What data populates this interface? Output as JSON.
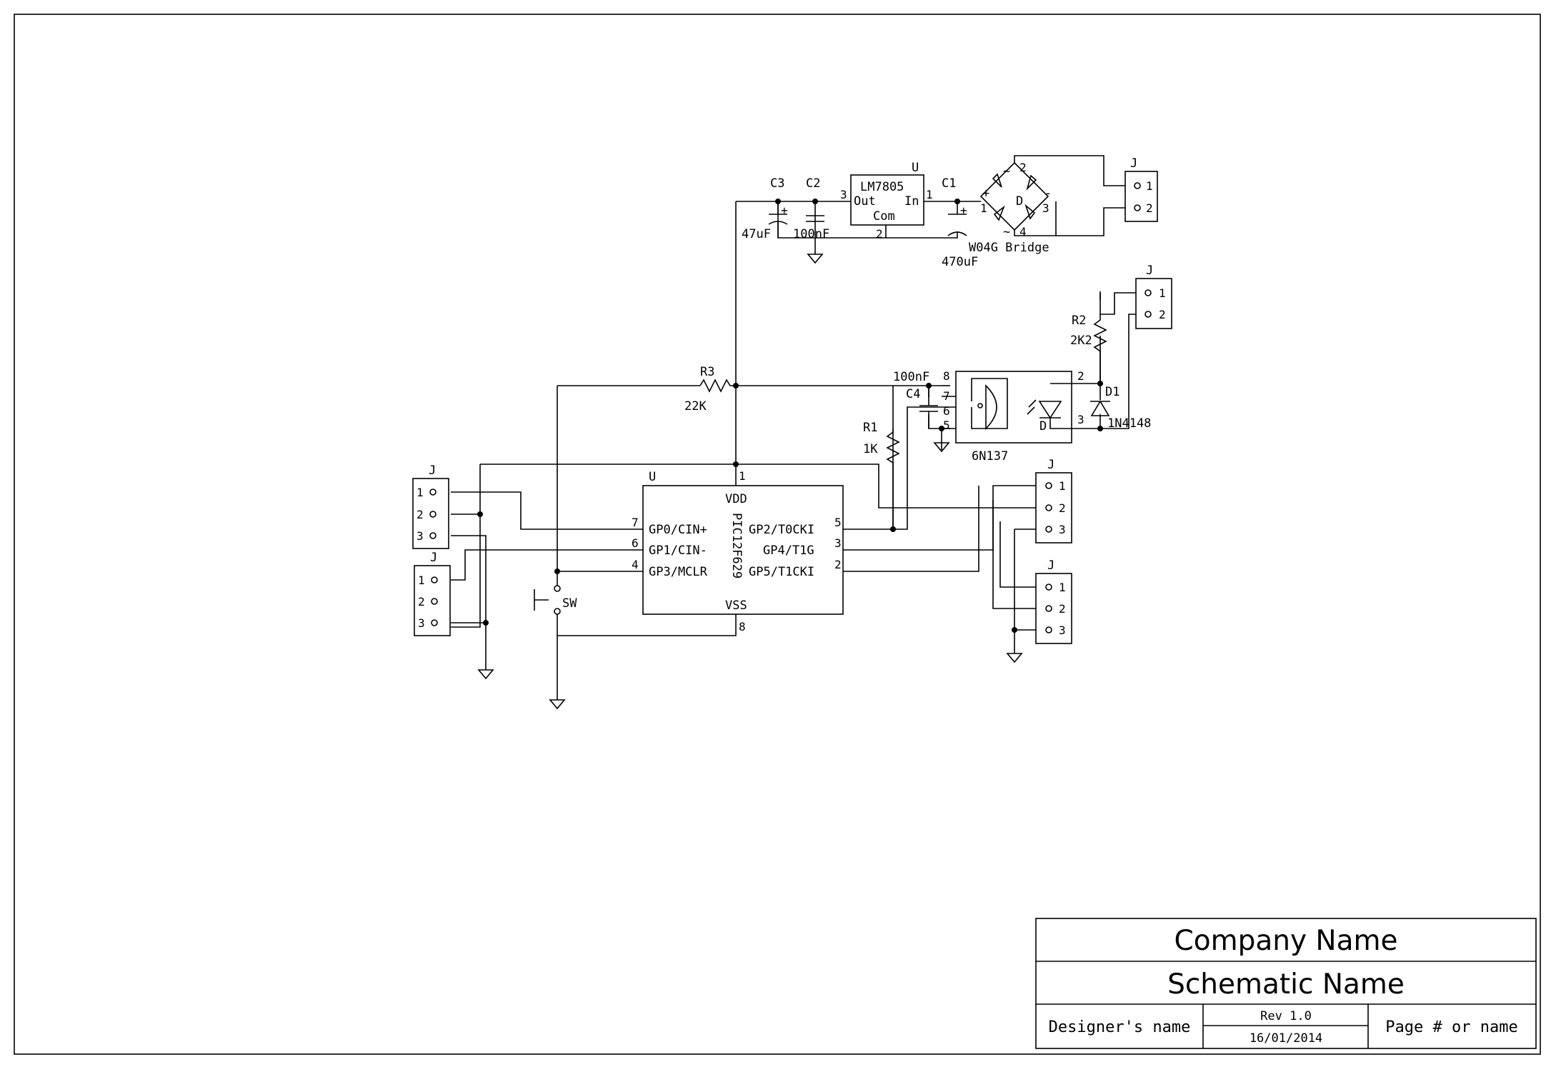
{
  "title_block": {
    "company": "Company Name",
    "schematic": "Schematic Name",
    "designer": "Designer's name",
    "revision": "Rev 1.0",
    "date": "16/01/2014",
    "page": "Page # or name"
  },
  "components": {
    "pic": {
      "ref": "U",
      "part": "PIC12F629",
      "vdd": "VDD",
      "vss": "VSS",
      "pins_left": [
        {
          "num": "7",
          "name": "GP0/CIN+"
        },
        {
          "num": "6",
          "name": "GP1/CIN-"
        },
        {
          "num": "4",
          "name": "GP3/MCLR"
        }
      ],
      "pins_right": [
        {
          "num": "5",
          "name": "GP2/T0CKI"
        },
        {
          "num": "3",
          "name": "GP4/T1G"
        },
        {
          "num": "2",
          "name": "GP5/T1CKI"
        }
      ],
      "pin_vdd": "1",
      "pin_vss": "8"
    },
    "reg": {
      "ref": "U",
      "part": "LM7805",
      "out": "Out",
      "in": "In",
      "com": "Com",
      "pin_out": "3",
      "pin_in": "1",
      "pin_com": "2"
    },
    "bridge": {
      "ref": "D",
      "part": "W04G Bridge",
      "plus": "+",
      "minus": "-",
      "ac": "~",
      "pin1": "1",
      "pin2": "2",
      "pin3": "3",
      "pin4": "4"
    },
    "opto": {
      "ref": "D",
      "part": "6N137",
      "pins": [
        "8",
        "7",
        "6",
        "5",
        "2",
        "3"
      ]
    },
    "c1": {
      "ref": "C1",
      "value": "470uF"
    },
    "c2": {
      "ref": "C2",
      "value": "100nF"
    },
    "c3": {
      "ref": "C3",
      "value": "47uF"
    },
    "c4": {
      "ref": "C4",
      "value": "100nF"
    },
    "r1": {
      "ref": "R1",
      "value": "1K"
    },
    "r2": {
      "ref": "R2",
      "value": "2K2"
    },
    "r3": {
      "ref": "R3",
      "value": "22K"
    },
    "d1": {
      "ref": "D1",
      "value": "1N4148"
    },
    "sw": {
      "ref": "SW"
    },
    "connector_ref": "J",
    "pin_numbers": [
      "1",
      "2",
      "3"
    ],
    "polarity_plus": "+"
  }
}
